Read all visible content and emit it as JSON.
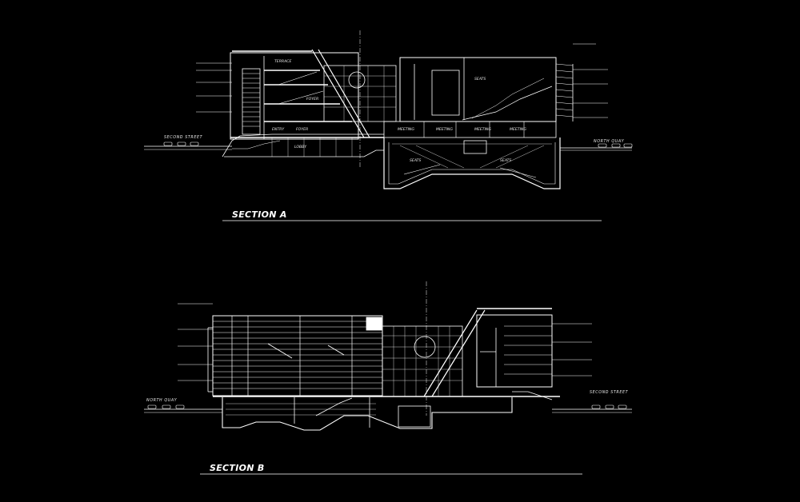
{
  "colors": {
    "background": "#000000",
    "linework": "#ffffff"
  },
  "section_a": {
    "title": "SECTION A",
    "street_left": "SECOND STREET",
    "street_right": "NORTH QUAY",
    "rooms": {
      "terrace": "TERRACE",
      "foyer": "FOYER",
      "entry": "ENTRY",
      "foyer_lower": "FOYER",
      "lobby": "LOBBY",
      "seats_1": "SEATS",
      "meeting_1": "MEETING",
      "meeting_2": "MEETING",
      "meeting_3": "MEETING",
      "meeting_4": "MEETING",
      "seats_2": "SEATS",
      "seats_3": "SEATS"
    }
  },
  "section_b": {
    "title": "SECTION B",
    "street_left": "NORTH QUAY",
    "street_right": "SECOND STREET"
  }
}
